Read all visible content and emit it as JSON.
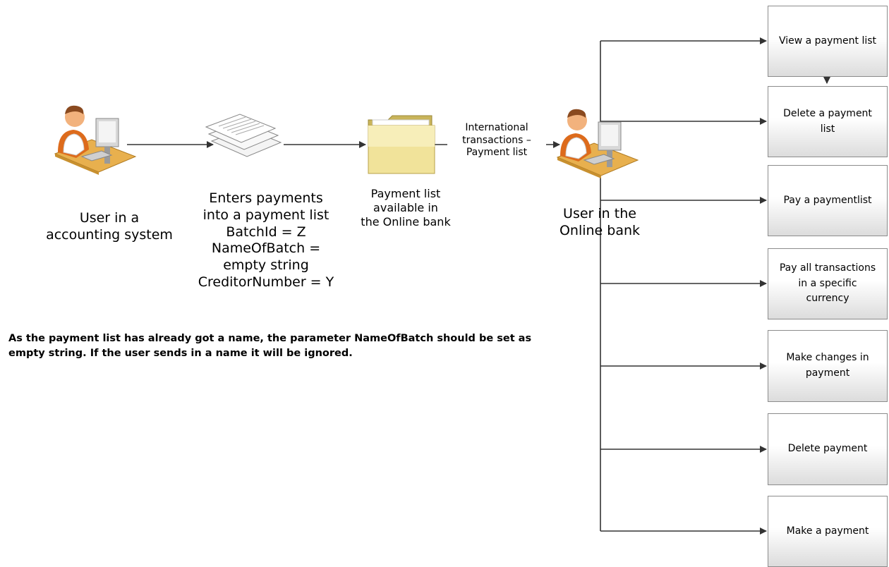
{
  "actors": {
    "accounting_user": {
      "label_lines": [
        "User in a",
        "accounting system"
      ]
    },
    "bank_user": {
      "label_lines": [
        "User in the",
        "Online bank"
      ]
    }
  },
  "steps": {
    "enter_payments": {
      "label_lines": [
        "Enters payments",
        "into a payment list",
        "BatchId = Z",
        "NameOfBatch =",
        "empty string",
        "CreditorNumber = Y"
      ]
    },
    "payment_list": {
      "label_lines": [
        "Payment list",
        "available in",
        "the Online bank"
      ]
    }
  },
  "edge_label_lines": [
    "International",
    "transactions –",
    "Payment list"
  ],
  "actions": [
    {
      "label": "View a payment list"
    },
    {
      "label": "Delete a payment list"
    },
    {
      "label": "Pay a paymentlist"
    },
    {
      "label": "Pay all transactions in a specific currency"
    },
    {
      "label": "Make changes in payment"
    },
    {
      "label": "Delete payment"
    },
    {
      "label": "Make a payment"
    }
  ],
  "note": "As the payment list has already got a name, the parameter NameOfBatch should be set as empty string.   If the user sends in a name it will be ignored."
}
